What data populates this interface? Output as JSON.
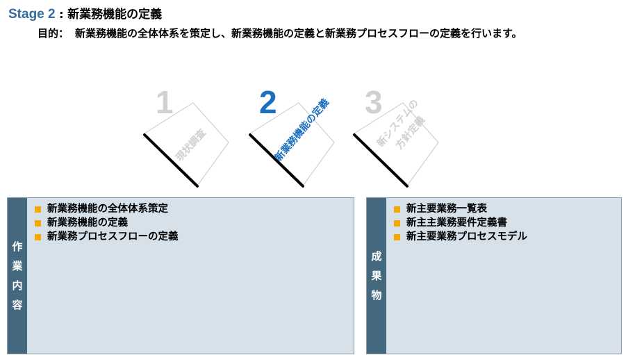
{
  "header": {
    "stage_label": "Stage 2",
    "colon": ":",
    "stage_name": "新業務機能の定義"
  },
  "purpose": {
    "label": "目的：",
    "text": "新業務機能の全体体系を策定し、新業務機能の定義と新業務プロセスフローの定義を行います。"
  },
  "steps": [
    {
      "number": "1",
      "label": "現状調査",
      "active": false
    },
    {
      "number": "2",
      "label": "新業務機能の定義",
      "active": true
    },
    {
      "number": "3",
      "label_line1": "新システムの",
      "label_line2": "方針定義",
      "active": false
    }
  ],
  "colors": {
    "accent": "#1a6fbf",
    "inactive": "#d0d0d0",
    "panel_side": "#44697f",
    "panel_bg": "#d6e1ea",
    "bullet": "#f2a900"
  },
  "work_panel": {
    "side_chars": [
      "作",
      "業",
      "内",
      "容"
    ],
    "items": [
      "新業務機能の全体体系策定",
      "新業務機能の定義",
      "新業務プロセスフローの定義"
    ]
  },
  "deliverables_panel": {
    "side_chars": [
      "成",
      "果",
      "物"
    ],
    "items": [
      "新主要業務一覧表",
      "新主主業務要件定義書",
      "新主要業務プロセスモデル"
    ]
  }
}
